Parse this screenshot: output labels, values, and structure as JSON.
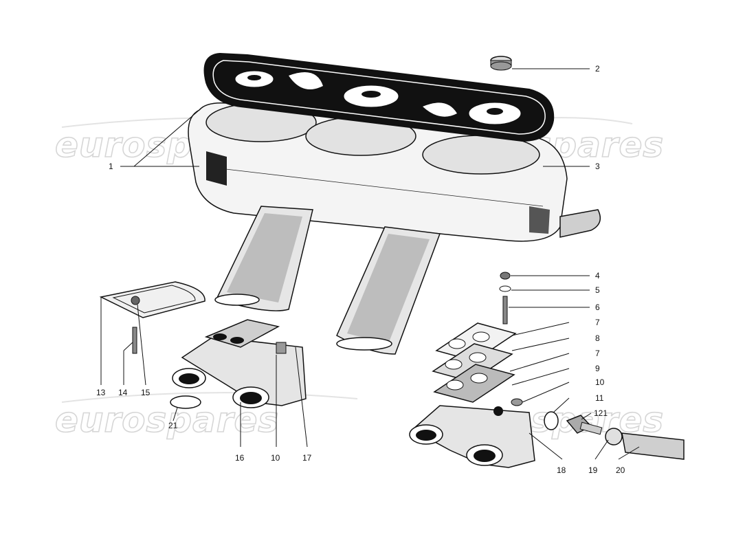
{
  "watermark": "eurospares",
  "callouts": [
    "1",
    "2",
    "3",
    "4",
    "5",
    "6",
    "7",
    "8",
    "7",
    "9",
    "10",
    "11",
    "121",
    "13",
    "14",
    "15",
    "16",
    "10",
    "17",
    "21",
    "18",
    "19",
    "20"
  ]
}
